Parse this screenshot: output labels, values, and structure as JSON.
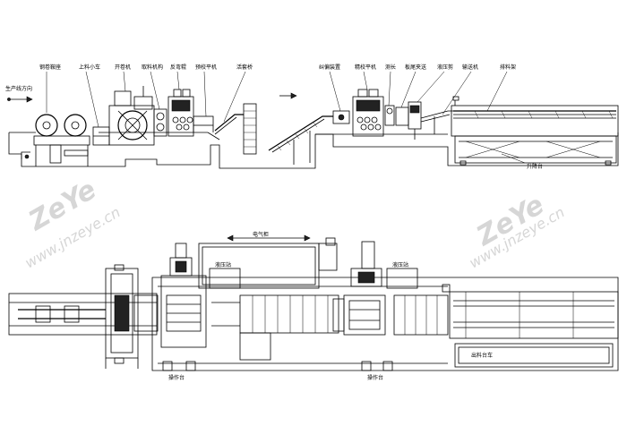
{
  "elevation_labels": {
    "direction": "生产线方向",
    "coil_rack": "钢卷鞍座",
    "coil_car": "上料小车",
    "uncoiler": "开卷机",
    "take_up": "取料机构",
    "bending_roll": "反弯辊",
    "pre_leveler": "预校平机",
    "loop_bridge": "活套桥",
    "deviation": "纠偏装置",
    "fine_leveler": "精校平机",
    "measure": "测长",
    "tail_clamp": "板尾夹送",
    "hydraulic_shear": "液压剪",
    "conveyor": "输送机",
    "stacker": "排料架",
    "lift_table": "升降台"
  },
  "plan_labels": {
    "electric_cabinet": "电气柜",
    "hydraulic_station_1": "液压站",
    "hydraulic_station_2": "液压站",
    "console_1": "操作台",
    "console_2": "操作台",
    "output_car": "出料台车"
  },
  "watermark": {
    "logo_left": "ZeYe",
    "logo_right": "ZeYe",
    "url_left": "www.jnzeye.cn",
    "url_right": "www.jnzeye.cn"
  }
}
